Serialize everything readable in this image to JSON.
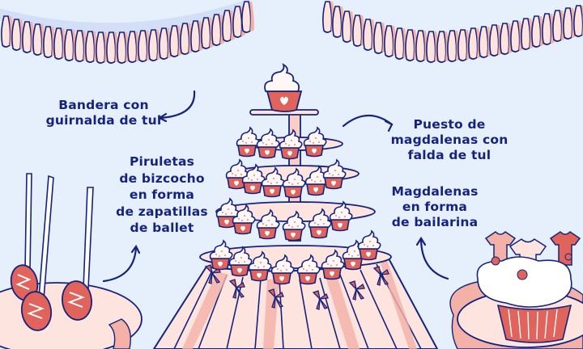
{
  "labels": {
    "bandera": [
      "Bandera con",
      "guirnalda de tul"
    ],
    "piruletas": [
      "Piruletas",
      "de bizcocho",
      "en forma",
      "de zapatillas",
      "de ballet"
    ],
    "puesto": [
      "Puesto de",
      "magdalenas con",
      "falda de tul"
    ],
    "magdalenas": [
      "Magdalenas",
      "en forma",
      "de bailarina"
    ]
  },
  "colors": {
    "background": "#e6f0fc",
    "outline": "#15237e",
    "tulle_light": "#fde4de",
    "tulle_pink": "#f4b1a8",
    "cupcake_red": "#e0645c",
    "shadow_blue": "#c5d3f2"
  }
}
